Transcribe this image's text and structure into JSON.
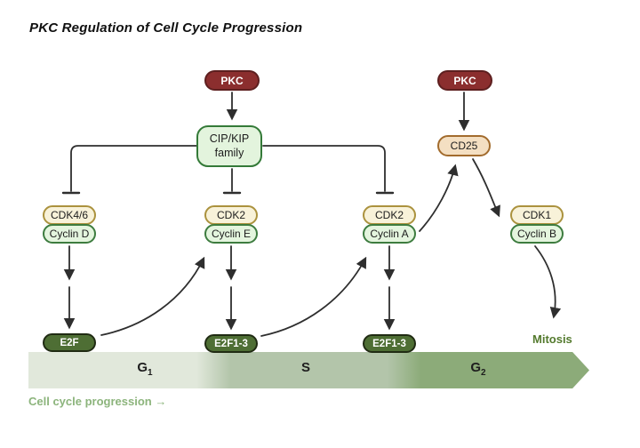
{
  "title": "PKC Regulation of Cell Cycle Progression",
  "nodes": {
    "pkc_left": "PKC",
    "pkc_right": "PKC",
    "cipkip": {
      "line1": "CIP/KIP",
      "line2": "family"
    },
    "cd25": "CD25",
    "pairs": [
      {
        "kinase": "CDK4/6",
        "cyclin": "Cyclin D"
      },
      {
        "kinase": "CDK2",
        "cyclin": "Cyclin E"
      },
      {
        "kinase": "CDK2",
        "cyclin": "Cyclin A"
      },
      {
        "kinase": "CDK1",
        "cyclin": "Cyclin B"
      }
    ],
    "effectors": [
      "E2F",
      "E2F1-3",
      "E2F1-3"
    ],
    "mitosis": "Mitosis"
  },
  "banner": {
    "phases": [
      {
        "main": "G",
        "sub": "1"
      },
      {
        "main": "S",
        "sub": ""
      },
      {
        "main": "G",
        "sub": "2"
      }
    ],
    "caption": "Cell cycle progression →"
  },
  "colors": {
    "pkc_fill": "#8b2e2e",
    "pkc_border": "#5d1f1f",
    "cipkip_fill": "#e3f4dd",
    "cipkip_border": "#347a38",
    "cd25_fill": "#f4dfc2",
    "cd25_border": "#a26b2d",
    "cdk_fill": "#f8f2d9",
    "cdk_border": "#ab923e",
    "cyclin_fill": "#e4f5de",
    "cyclin_border": "#3d7c3f",
    "e2f_fill": "#4e6e34",
    "e2f_border": "#202b13",
    "phase_g1": "#e1e8db",
    "phase_s": "#b3c5aa",
    "phase_g2": "#8cab79",
    "line": "#2e2e2e",
    "caption_text": "#8cb47c",
    "mitosis_text": "#547a2e"
  }
}
